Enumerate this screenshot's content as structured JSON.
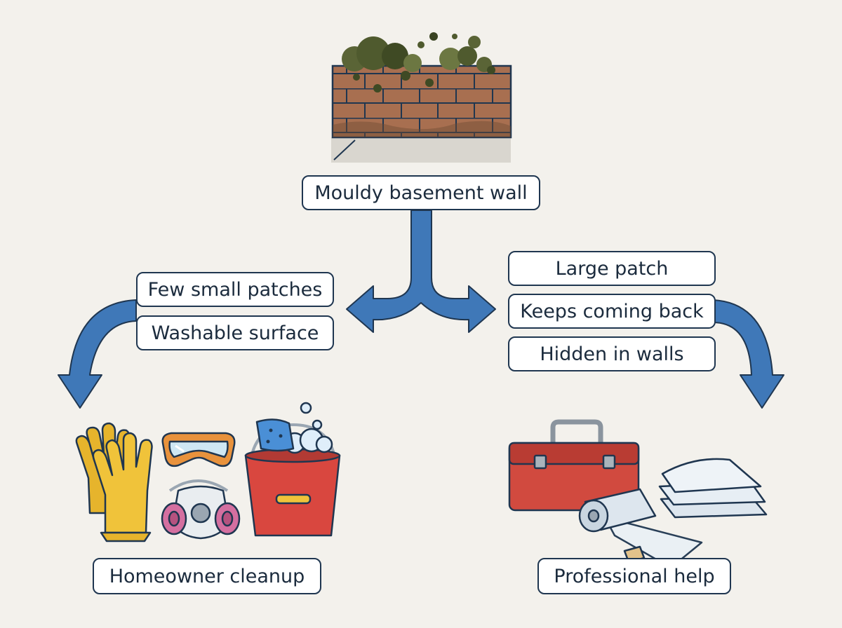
{
  "colors": {
    "background": "#f3f1ec",
    "arrow": "#3f78b8",
    "outline": "#1f3650",
    "brick": "#a86f50",
    "mould": "#4f5a2e",
    "glove": "#f0c33a",
    "goggles": "#e8923c",
    "respirator_filter": "#d46fa0",
    "bucket": "#d9473f",
    "sponge": "#4a8fd6",
    "toolbox": "#d14a3f",
    "plastic": "#dde6ee"
  },
  "icons": {
    "source": "mouldy-brick-wall-icon",
    "left_outcome": [
      "gloves-icon",
      "goggles-icon",
      "respirator-icon",
      "bucket-icon",
      "sponge-icon"
    ],
    "right_outcome": [
      "toolbox-icon",
      "plastic-roll-icon",
      "plastic-sheets-icon"
    ]
  },
  "diagram": {
    "start": {
      "label": "Mouldy basement wall"
    },
    "left_conditions": [
      "Few small patches",
      "Washable surface"
    ],
    "right_conditions": [
      "Large patch",
      "Keeps coming back",
      "Hidden in walls"
    ],
    "left_outcome": {
      "label": "Homeowner cleanup"
    },
    "right_outcome": {
      "label": "Professional help"
    }
  }
}
